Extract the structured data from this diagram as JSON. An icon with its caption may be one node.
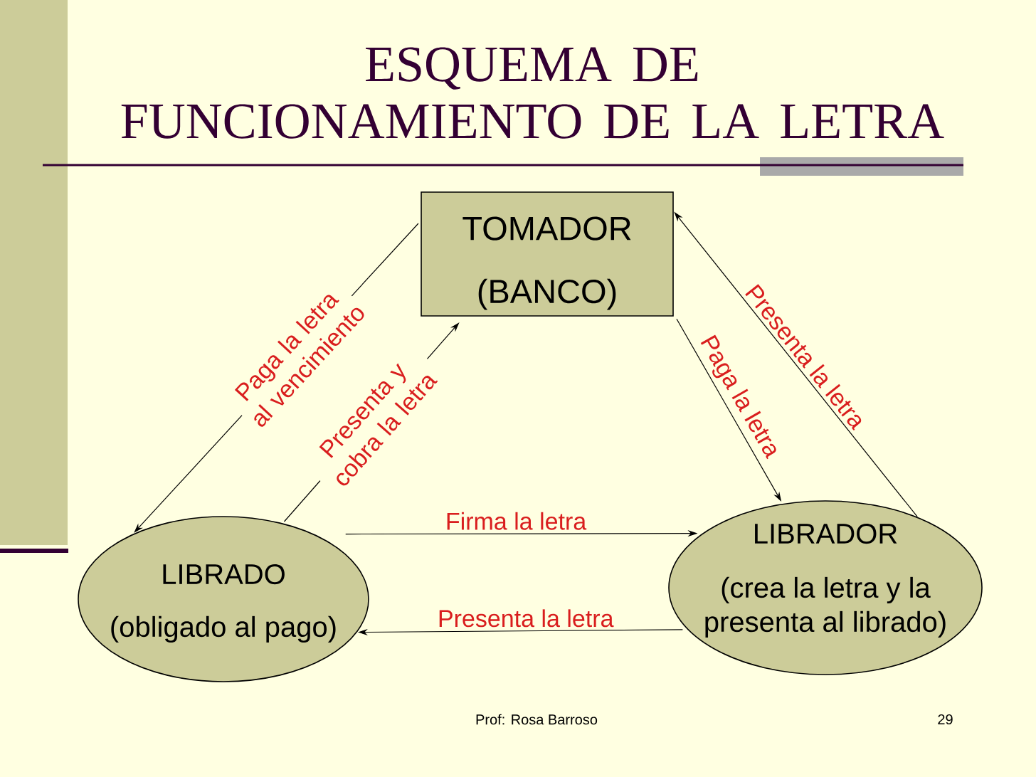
{
  "diagram": {
    "title": "ESQUEMA DE FUNCIONAMIENTO DE LA LETRA",
    "nodes": [
      {
        "text": [
          "TOMADOR",
          "(BANCO)"
        ]
      },
      {
        "text": [
          "LIBRADO",
          "(obligado al pago)"
        ]
      },
      {
        "text": [
          "LIBRADOR",
          "(crea la letra y la presenta al librado)"
        ]
      }
    ],
    "edges": [
      {
        "from": 0,
        "to": 1,
        "arrow": "to",
        "label": "Paga la letra al vencimiento"
      },
      {
        "from": 1,
        "to": 0,
        "arrow": "to",
        "label": "Presenta y cobra la letra"
      },
      {
        "from": 0,
        "to": 2,
        "arrow": "to",
        "label": "Paga la letra"
      },
      {
        "from": 2,
        "to": 0,
        "arrow": "to",
        "label": "Presenta la letra"
      },
      {
        "from": 1,
        "to": 2,
        "arrow": "to",
        "label": "Firma la letra"
      },
      {
        "from": 2,
        "to": 1,
        "arrow": "to",
        "label": "Presenta la letra"
      }
    ],
    "labels": [
      "Prof: Rosa Barroso",
      "29"
    ]
  }
}
